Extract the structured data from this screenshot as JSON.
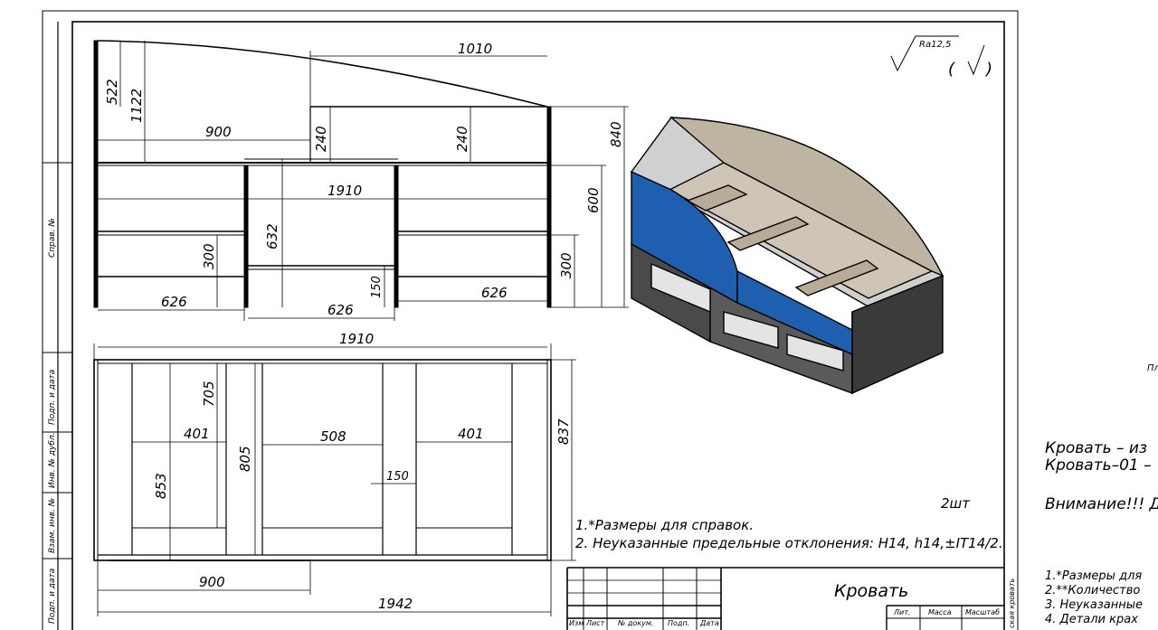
{
  "drawing": {
    "title": "Кровать",
    "quantity": "2шт",
    "roughness": "Ra12,5",
    "notes": [
      "1.*Размеры для справок.",
      "2. Неуказанные предельные отклонения: Н14, h14,±IT14/2."
    ],
    "side_labels": {
      "sprav": "Справ. №",
      "podp_data_1": "Подп. и дата",
      "inv_dubl": "Инв. № дубл.",
      "vzam_inv": "Взам. инв. №",
      "podp_data_2": "Подп. и дата"
    }
  },
  "front_view_dims": {
    "d1010": "1010",
    "d522": "522",
    "d1122": "1122",
    "d900_top": "900",
    "d240_a": "240",
    "d240_b": "240",
    "d840": "840",
    "d1910_mid": "1910",
    "d600": "600",
    "d632": "632",
    "d300_a": "300",
    "d300_b": "300",
    "d150_a": "150",
    "d626_a": "626",
    "d626_b": "626",
    "d626_c": "626"
  },
  "plan_view_dims": {
    "d1910": "1910",
    "d705": "705",
    "d401_a": "401",
    "d508": "508",
    "d401_b": "401",
    "d853": "853",
    "d805": "805",
    "d837": "837",
    "d150": "150",
    "d900": "900",
    "d1942": "1942"
  },
  "title_block": {
    "izm": "Изм",
    "list": "Лист",
    "dokum": "№ докум.",
    "podp": "Подп.",
    "data": "Дата",
    "lit": "Лит.",
    "massa": "Масса",
    "masshtab": "Масштаб",
    "vertical": "ская кровать"
  },
  "right_panel": {
    "pl": "Пл",
    "line1": "Кровать – из",
    "line2": "Кровать–01 –",
    "warning": "Внимание!!! Де",
    "note1": "1.*Размеры для",
    "note2": "2.**Количество",
    "note3": "3. Неуказанные",
    "note4": "4. Детали крах"
  },
  "colors": {
    "blue": "#1f5fb0",
    "dark_panel": "#4a4a4a",
    "light_inner": "#cfc5b6",
    "shelf": "#b8ab98",
    "roof": "#d0d0d0"
  }
}
